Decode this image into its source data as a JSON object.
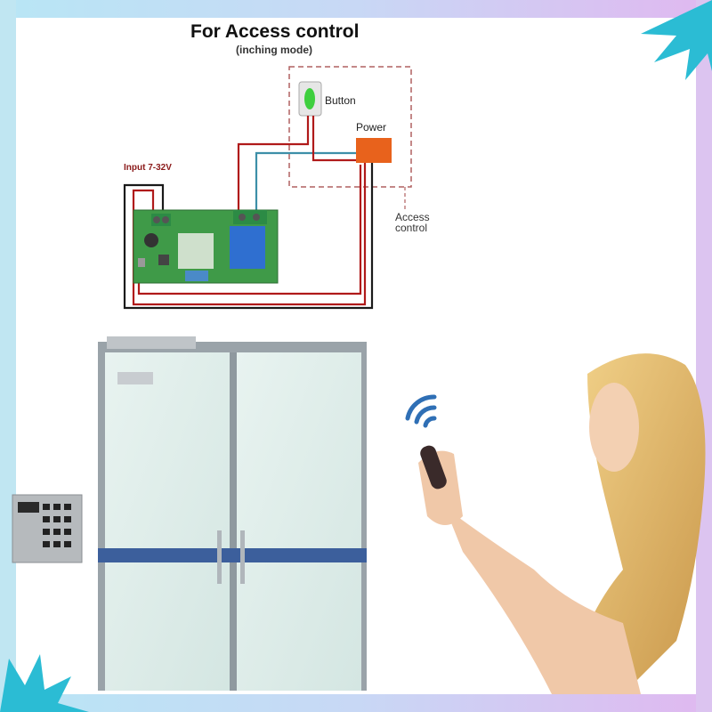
{
  "diagram": {
    "title": "For Access control",
    "subtitle": "(inching mode)",
    "labels": {
      "button": "Button",
      "power": "Power",
      "input": "Input 7-32V",
      "access_line1": "Access",
      "access_line2": "control"
    },
    "components": [
      "relay-module-board",
      "push-button",
      "power-supply",
      "access-control-box"
    ],
    "wire_colors": {
      "red": "#b01a1a",
      "black": "#1a1a1a",
      "blue": "#3d8fa8"
    },
    "dashed_box_color": "#b06060"
  },
  "scene": {
    "items": [
      "double-glass-door",
      "keypad-access-panel",
      "door-lock",
      "woman-with-remote",
      "wifi-signal-icon"
    ]
  },
  "frame": {
    "accent_colors": {
      "top_gradient_left": "#b8e6f5",
      "top_gradient_right": "#d8b8f0",
      "splash": "#2bbcd4"
    }
  }
}
